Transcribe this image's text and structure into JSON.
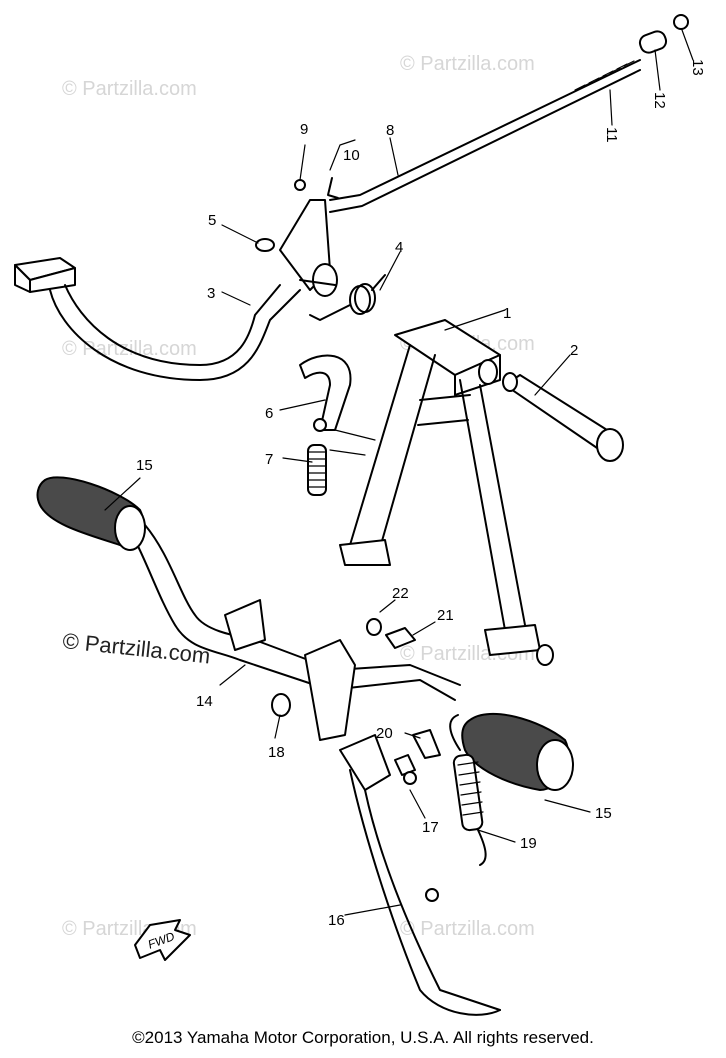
{
  "watermark": "© Partzilla.com",
  "watermark_prominent": "© Partzilla.com",
  "fwd_label": "FWD",
  "callouts": [
    "1",
    "2",
    "3",
    "4",
    "5",
    "6",
    "7",
    "8",
    "9",
    "10",
    "11",
    "12",
    "13",
    "14",
    "15",
    "15",
    "16",
    "17",
    "18",
    "19",
    "20",
    "21",
    "22"
  ],
  "copyright": "©2013 Yamaha Motor Corporation, U.S.A. All rights reserved."
}
